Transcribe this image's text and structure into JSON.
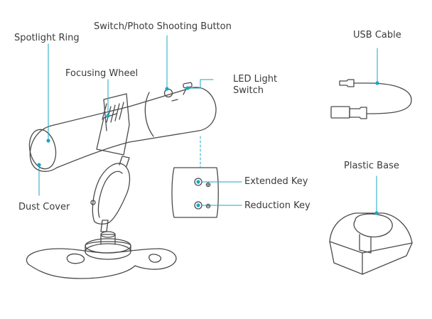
{
  "labels": {
    "switch_photo_button": "Switch/Photo Shooting Button",
    "spotlight_ring": "Spotlight Ring",
    "focusing_wheel": "Focusing Wheel",
    "led_light_switch": "LED Light\nSwitch",
    "dust_cover": "Dust Cover",
    "extended_key": "Extended Key",
    "reduction_key": "Reduction Key",
    "usb_cable": "USB Cable",
    "plastic_base": "Plastic Base"
  },
  "colors": {
    "callout": "#1aa7c4",
    "outline": "#4a4a4a",
    "text": "#3a3a3a"
  }
}
